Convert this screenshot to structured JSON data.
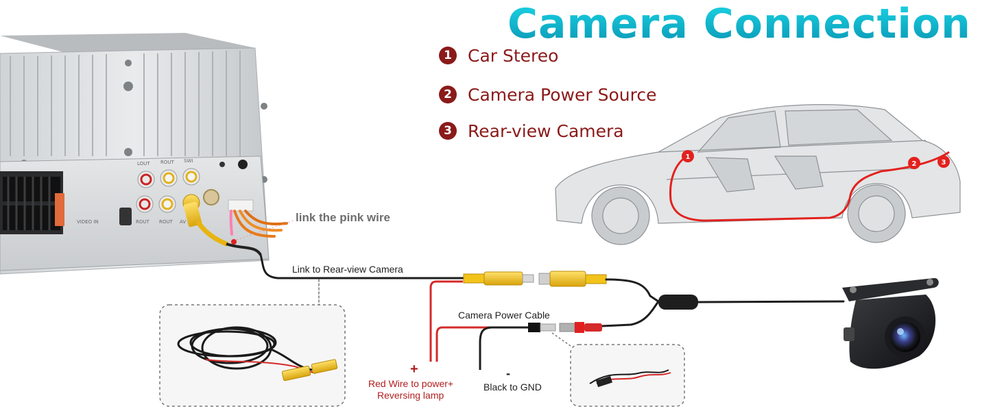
{
  "title": "Camera Connection",
  "legend": [
    {
      "num": "1",
      "label": "Car Stereo"
    },
    {
      "num": "2",
      "label": "Camera Power Source"
    },
    {
      "num": "3",
      "label": "Rear-view Camera"
    }
  ],
  "car_markers": [
    "1",
    "2",
    "3"
  ],
  "labels": {
    "pink_wire": "link the pink wire",
    "rear_camera_link": "Link to Rear-view Camera",
    "power_cable": "Camera Power Cable",
    "red_wire_line1": "Red Wire to power+",
    "red_wire_line2": "Reversing lamp",
    "plus_sign": "+",
    "black_gnd": "Black to GND",
    "minus_sign": "-"
  },
  "stereo_port_labels": [
    "LOUT",
    "ROUT",
    "SWI",
    "ROUT",
    "ROUT",
    "AV IN",
    "VIDEO IN"
  ],
  "colors": {
    "title_top": "#1fd6e6",
    "title_bottom": "#0a93b2",
    "legend": "#8b1a1a",
    "red_wire": "#d42a2a",
    "rca_yellow": "#f2c31a",
    "pink_wire": "#ff7fb0"
  }
}
